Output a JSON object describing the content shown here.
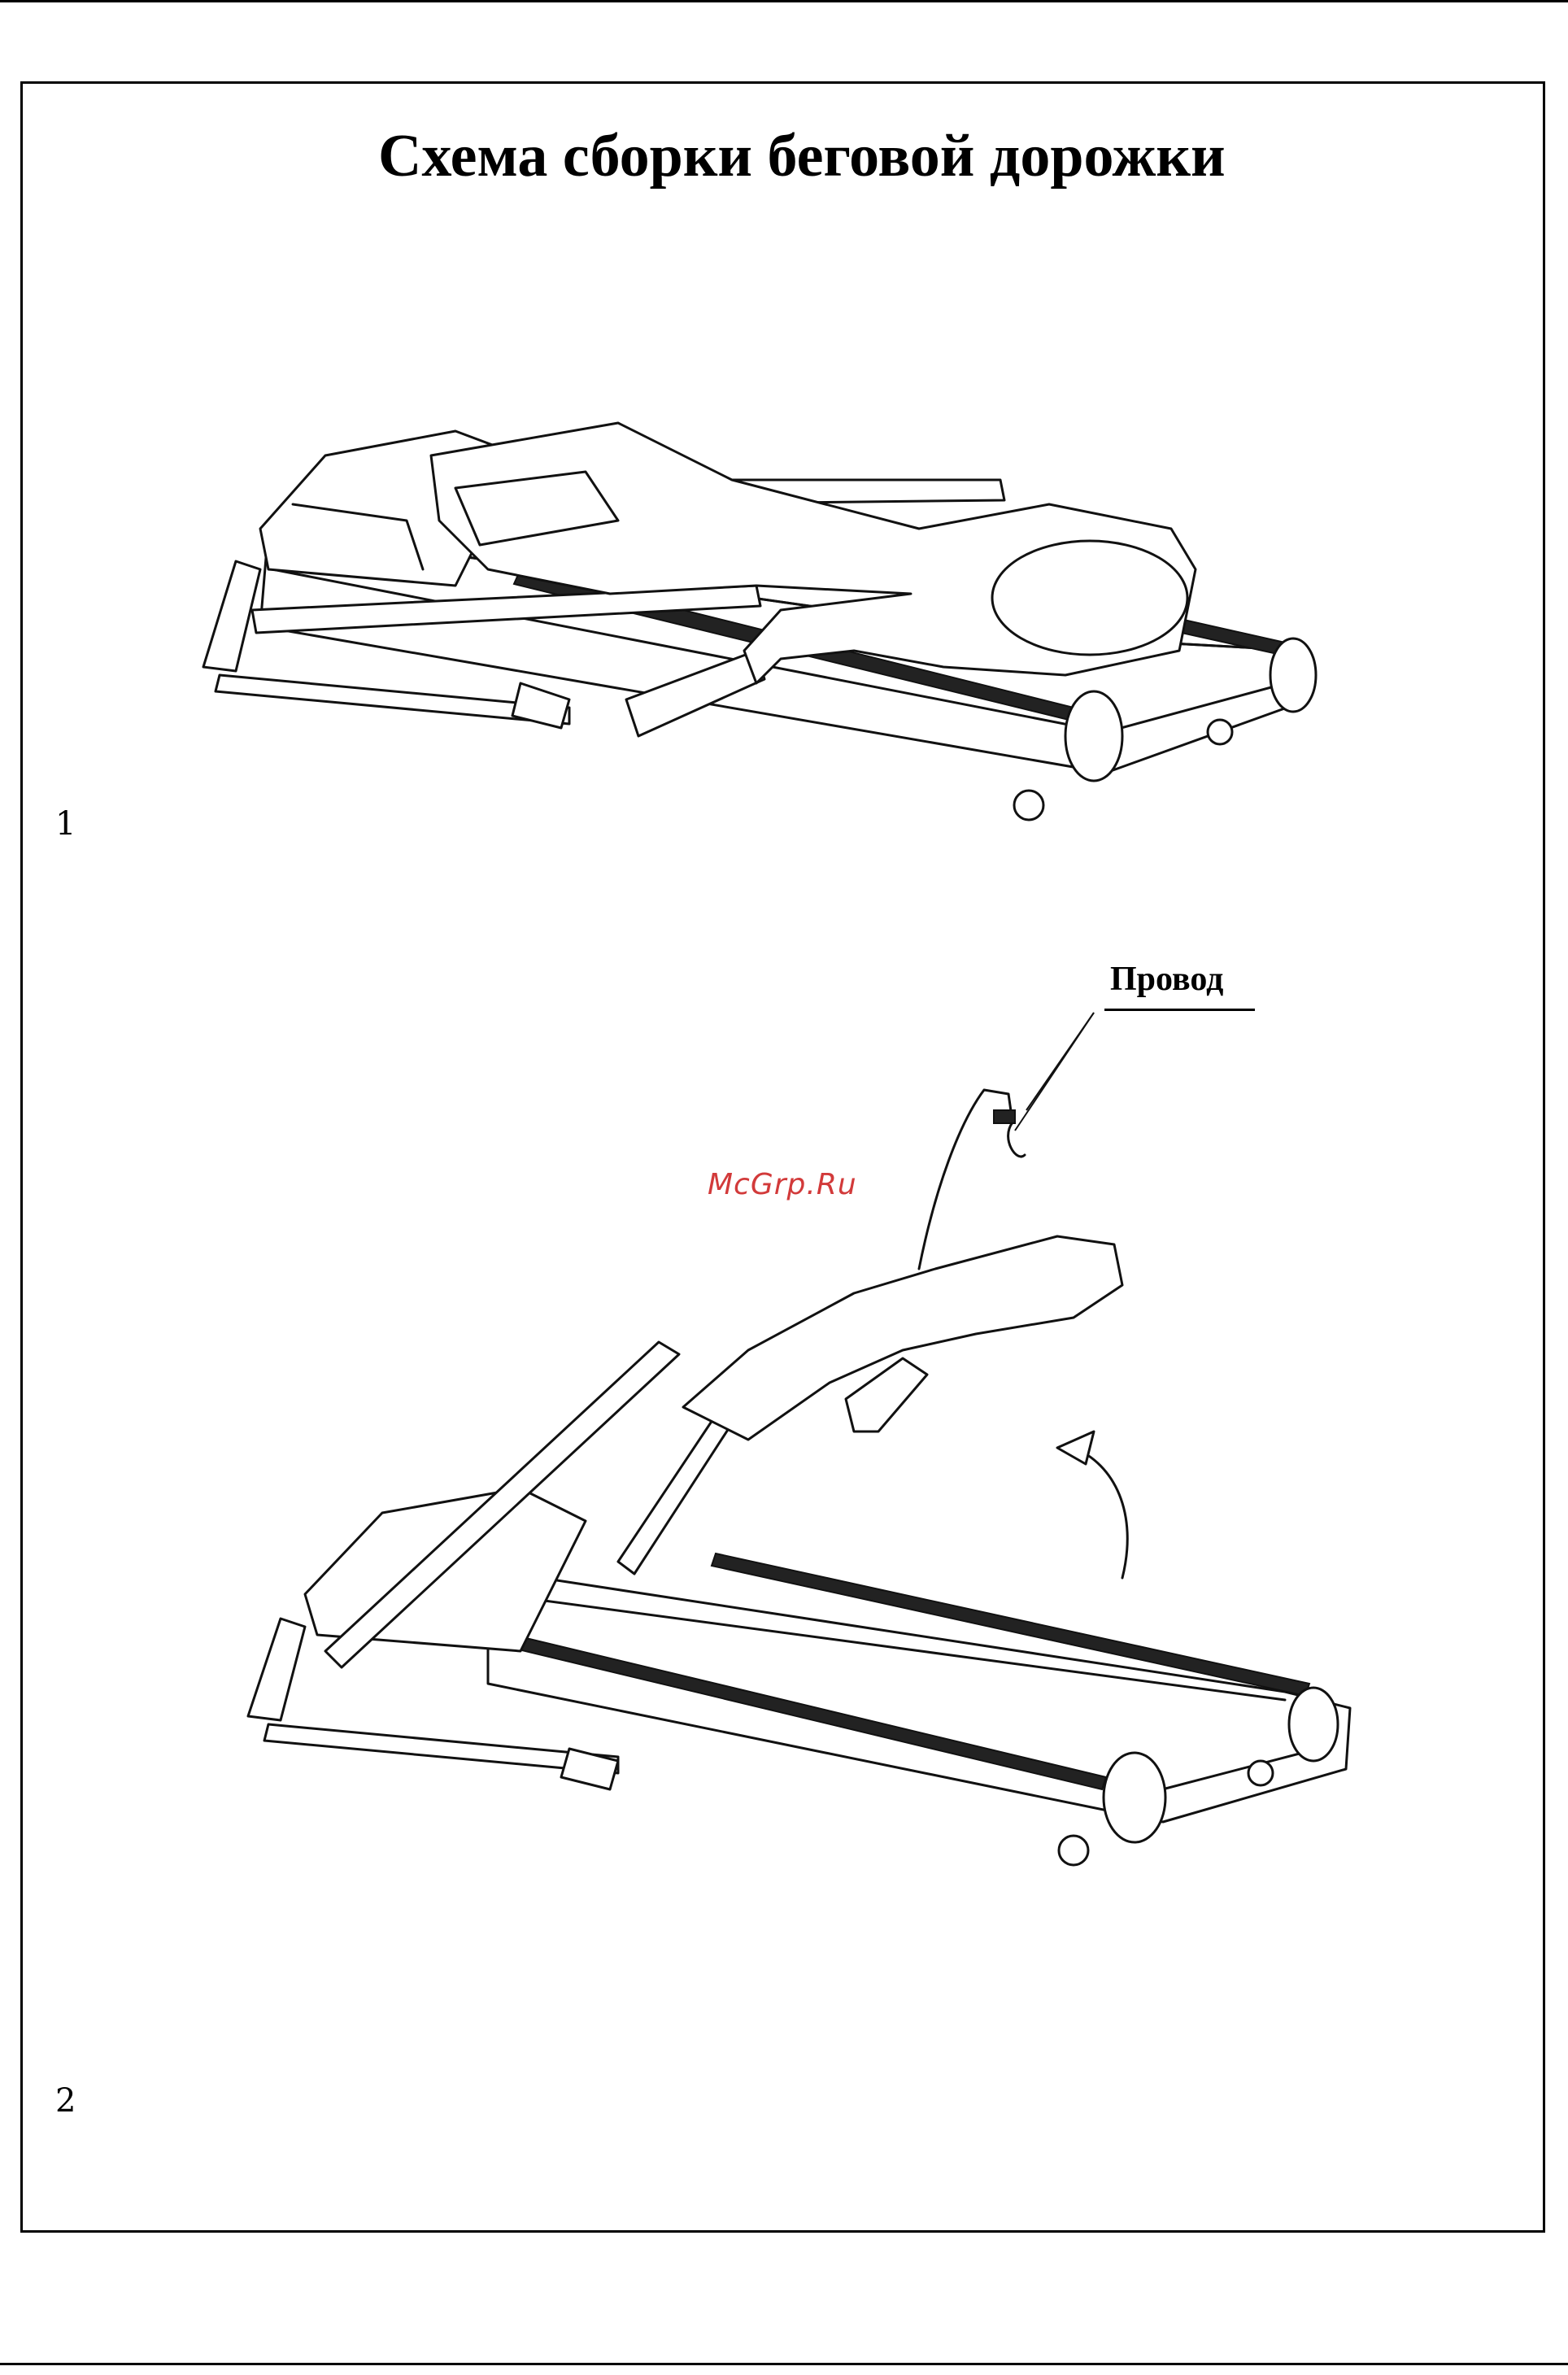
{
  "page": {
    "title": "Схема сборки беговой дорожки",
    "figure_labels": [
      "1",
      "2"
    ],
    "callout_label": "Провод",
    "watermark": "McGrp.Ru"
  },
  "figures": [
    {
      "number": "1",
      "icon": "treadmill-folded-flat-illustration"
    },
    {
      "number": "2",
      "icon": "treadmill-console-raised-illustration"
    }
  ]
}
